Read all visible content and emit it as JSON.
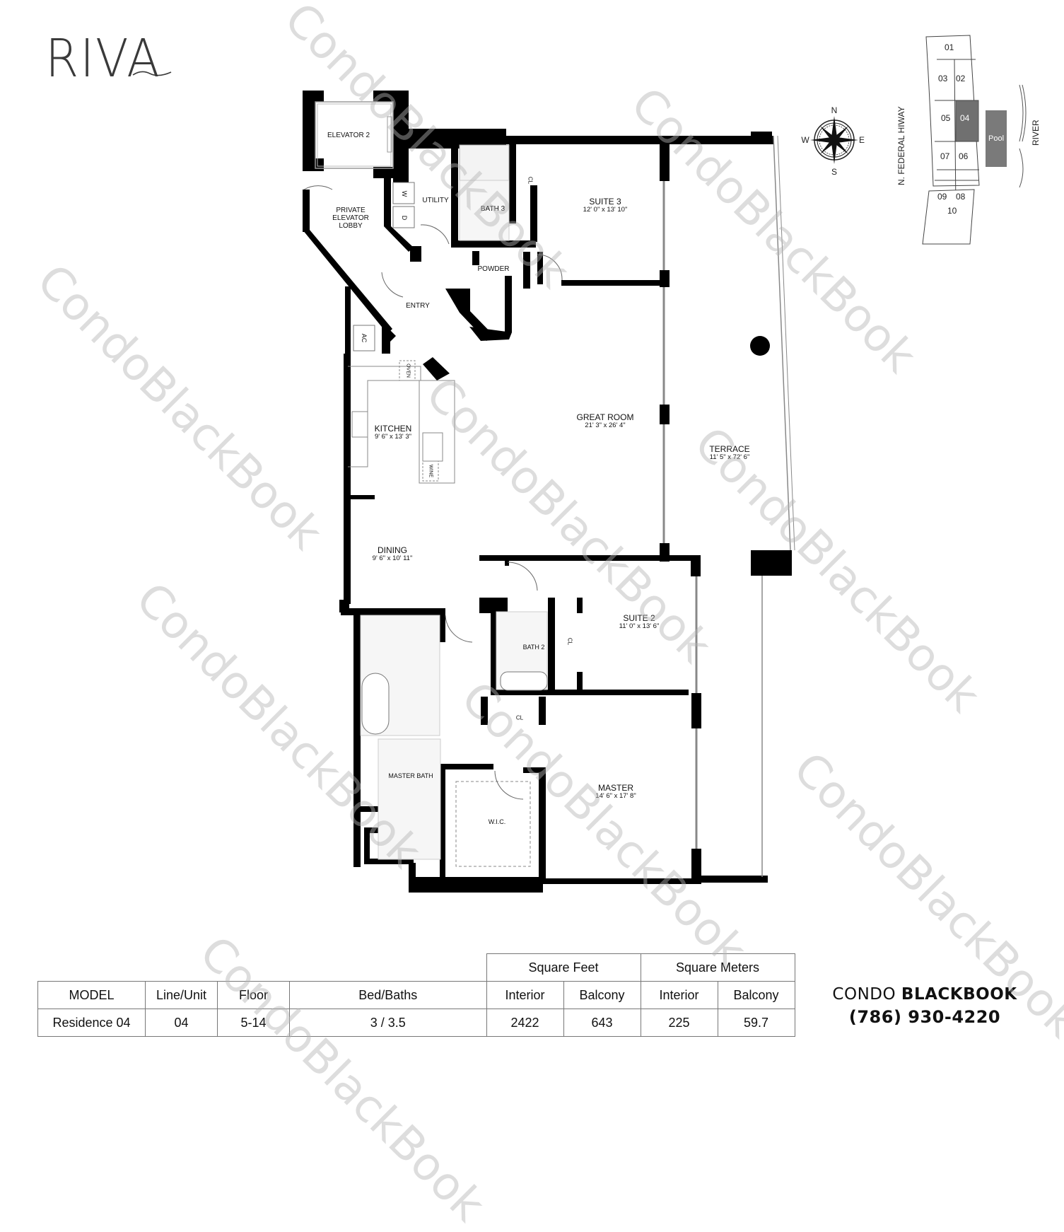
{
  "brand_logo": "RIVA",
  "rooms": [
    {
      "id": "elevator-2",
      "name": "ELEVATOR 2",
      "dim": ""
    },
    {
      "id": "private-elevator-lobby",
      "name": "PRIVATE\nELEVATOR\nLOBBY",
      "name_lines": [
        "PRIVATE",
        "ELEVATOR",
        "LOBBY"
      ],
      "dim": ""
    },
    {
      "id": "utility",
      "name": "UTILITY",
      "dim": ""
    },
    {
      "id": "bath-3",
      "name": "BATH 3",
      "dim": ""
    },
    {
      "id": "suite-3",
      "name": "SUITE 3",
      "dim": "12' 0\" x 13' 10\""
    },
    {
      "id": "powder",
      "name": "POWDER",
      "dim": ""
    },
    {
      "id": "entry",
      "name": "ENTRY",
      "dim": ""
    },
    {
      "id": "kitchen",
      "name": "KITCHEN",
      "dim": "9' 6\" x 13' 3\""
    },
    {
      "id": "great-room",
      "name": "GREAT ROOM",
      "dim": "21' 3\" x 26' 4\""
    },
    {
      "id": "terrace",
      "name": "TERRACE",
      "dim": "11' 5\" x 72' 6\""
    },
    {
      "id": "dining",
      "name": "DINING",
      "dim": "9' 6\" x 10' 11\""
    },
    {
      "id": "suite-2",
      "name": "SUITE 2",
      "dim": "11' 0\" x 13' 6\""
    },
    {
      "id": "bath-2",
      "name": "BATH 2",
      "dim": ""
    },
    {
      "id": "master-bath",
      "name": "MASTER BATH",
      "dim": ""
    },
    {
      "id": "wic",
      "name": "W.I.C.",
      "dim": ""
    },
    {
      "id": "master",
      "name": "MASTER",
      "dim": "14' 6\" x 17' 8\""
    }
  ],
  "fixtures": {
    "washer": "W",
    "dryer": "D",
    "ac": "AC",
    "oven": "OVEN",
    "wine": "WINE",
    "closet": "CL"
  },
  "compass": {
    "n": "N",
    "s": "S",
    "e": "E",
    "w": "W"
  },
  "keyplan": {
    "street": "N. FEDERAL HIWAY",
    "river": "RIVER",
    "pool": "Pool",
    "units": [
      "01",
      "02",
      "03",
      "04",
      "05",
      "06",
      "07",
      "08",
      "09",
      "10"
    ],
    "highlighted_unit": "04",
    "highlight_color": "#707070",
    "pool_color": "#7a7a7a"
  },
  "spec_table": {
    "group_headers": {
      "square_feet": "Square Feet",
      "square_meters": "Square Meters"
    },
    "headers": [
      "MODEL",
      "Line/Unit",
      "Floor",
      "Bed/Baths",
      "Interior",
      "Balcony",
      "Interior",
      "Balcony"
    ],
    "row": [
      "Residence 04",
      "04",
      "5-14",
      "3 / 3.5",
      "2422",
      "643",
      "225",
      "59.7"
    ]
  },
  "brand": {
    "name_light": "CONDO",
    "name_bold": "BLACKBOOK",
    "phone": "(786) 930-4220"
  },
  "watermark_text": "CondoBlackBook"
}
